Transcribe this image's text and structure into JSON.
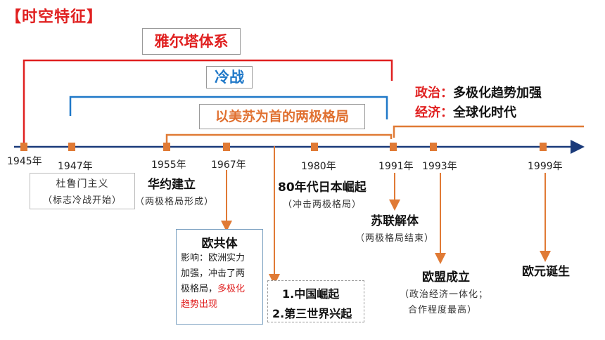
{
  "title": "【时空特征】",
  "brackets": {
    "yalta": "雅尔塔体系",
    "cold_war": "冷战",
    "bipolar": "以美苏为首的两极格局"
  },
  "notes": {
    "politics_label": "政治：",
    "politics_text": "多极化趋势加强",
    "economy_label": "经济：",
    "economy_text": "全球化时代"
  },
  "years": [
    "1945年",
    "1947年",
    "1955年",
    "1967年",
    "1980年",
    "1991年",
    "1993年",
    "1999年"
  ],
  "events": {
    "truman_title": "杜鲁门主义",
    "truman_sub": "（标志冷战开始）",
    "warsaw_title": "华约建立",
    "warsaw_sub": "（两极格局形成）",
    "ec_title": "欧共体",
    "ec_line1": "影响：欧洲实力",
    "ec_line2": "加强，冲击了两",
    "ec_line3a": "极格局，",
    "ec_line3b": "多极化",
    "ec_line4": "趋势出现",
    "china_1": "1.中国崛起",
    "china_2": "2.第三世界兴起",
    "japan_title": "80年代日本崛起",
    "japan_sub": "（冲击两极格局）",
    "ussr_title": "苏联解体",
    "ussr_sub": "（两极格局结束）",
    "eu_title": "欧盟成立",
    "eu_sub1": "（政治经济一体化；",
    "eu_sub2": "合作程度最高）",
    "euro_title": "欧元诞生"
  },
  "colors": {
    "red": "#e02020",
    "blue": "#1f78c8",
    "orange": "#e07030",
    "axis": "#1a3a7a",
    "marker": "#e07a35"
  }
}
